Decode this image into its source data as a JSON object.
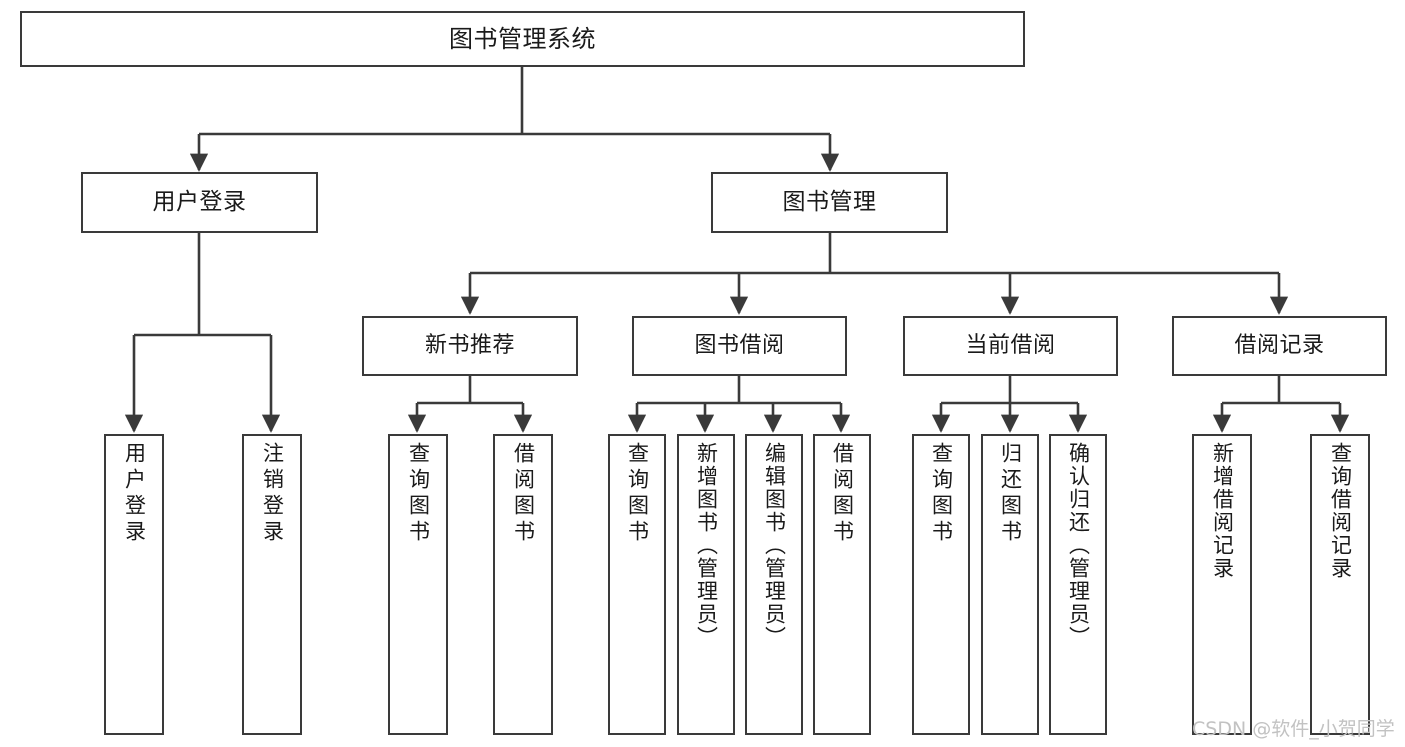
{
  "diagram": {
    "title": "图书管理系统",
    "type": "tree-hierarchy-diagram",
    "colors": {
      "box_border": "#3a3a3a",
      "box_fill": "#ffffff",
      "connector": "#3a3a3a",
      "text": "#1a1a1a",
      "watermark": "#c2c2c2",
      "background": "#ffffff"
    }
  },
  "root": {
    "label": "图书管理系统"
  },
  "level2": [
    {
      "label": "用户登录"
    },
    {
      "label": "图书管理"
    }
  ],
  "level3": [
    {
      "label": "新书推荐"
    },
    {
      "label": "图书借阅"
    },
    {
      "label": "当前借阅"
    },
    {
      "label": "借阅记录"
    }
  ],
  "leaves": {
    "user_login": [
      {
        "label": "用户登录"
      },
      {
        "label": "注销登录"
      }
    ],
    "new_book_recommend": [
      {
        "label": "查询图书"
      },
      {
        "label": "借阅图书"
      }
    ],
    "book_borrow": [
      {
        "label": "查询图书"
      },
      {
        "label": "新增图书（管理员）"
      },
      {
        "label": "编辑图书（管理员）"
      },
      {
        "label": "借阅图书"
      }
    ],
    "current_borrow": [
      {
        "label": "查询图书"
      },
      {
        "label": "归还图书"
      },
      {
        "label": "确认归还（管理员）"
      }
    ],
    "borrow_record": [
      {
        "label": "新增借阅记录"
      },
      {
        "label": "查询借阅记录"
      }
    ]
  },
  "watermark": {
    "text": "CSDN @软件_小贺同学"
  }
}
